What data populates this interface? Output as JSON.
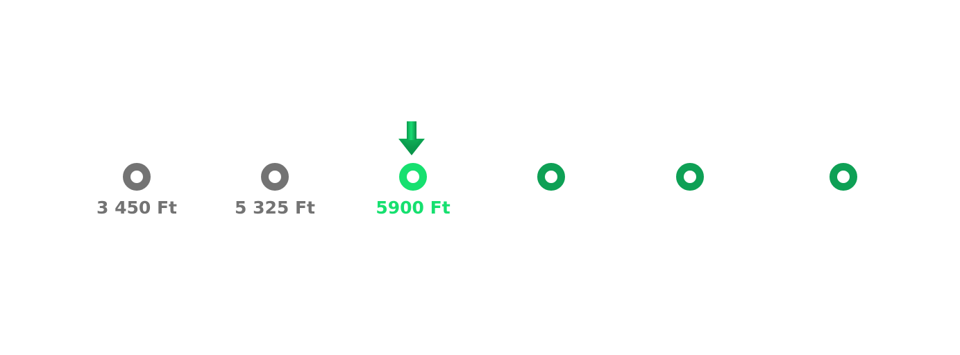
{
  "colors": {
    "past": "#737373",
    "current": "#16e06f",
    "future": "#0ea055",
    "arrow_light": "#19dc72",
    "arrow_dark": "#0a9a4e"
  },
  "marker": {
    "icon": "down-arrow-icon",
    "current_step_index": 2
  },
  "steps": [
    {
      "label": "3 450 Ft",
      "state": "past"
    },
    {
      "label": "5 325 Ft",
      "state": "past"
    },
    {
      "label": "5900 Ft",
      "state": "current"
    },
    {
      "label": "",
      "state": "future"
    },
    {
      "label": "",
      "state": "future"
    },
    {
      "label": "",
      "state": "future"
    }
  ]
}
